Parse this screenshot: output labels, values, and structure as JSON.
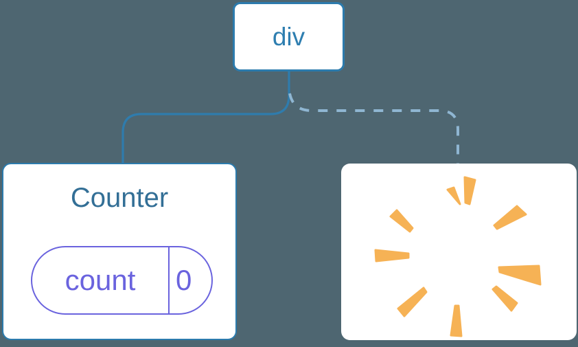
{
  "colors": {
    "background": "#4E6671",
    "node_background": "#FFFFFF",
    "node_border": "#2C7BAD",
    "root_label": "#2E7EB0",
    "counter_title": "#336F96",
    "state_pill": "#6A63DE",
    "edge_solid": "#2F7CAD",
    "edge_dashed": "#8FB6D2",
    "poof_orange": "#F6B255"
  },
  "tree": {
    "root": {
      "label": "div"
    },
    "counter": {
      "title": "Counter",
      "state": {
        "key": "count",
        "value": "0"
      }
    },
    "removed": {
      "icon": "poof-burst-icon"
    },
    "edges": [
      {
        "from": "div",
        "to": "Counter",
        "style": "solid"
      },
      {
        "from": "div",
        "to": "removed-subtree",
        "style": "dashed"
      }
    ]
  }
}
